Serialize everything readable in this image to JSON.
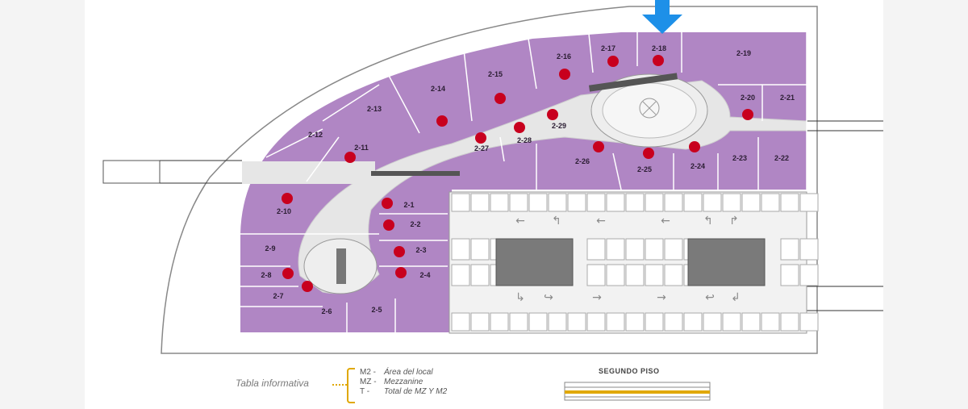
{
  "units": [
    {
      "id": "2-1",
      "label": "2-1"
    },
    {
      "id": "2-2",
      "label": "2-2"
    },
    {
      "id": "2-3",
      "label": "2-3"
    },
    {
      "id": "2-4",
      "label": "2-4"
    },
    {
      "id": "2-5",
      "label": "2-5"
    },
    {
      "id": "2-6",
      "label": "2-6"
    },
    {
      "id": "2-7",
      "label": "2-7"
    },
    {
      "id": "2-8",
      "label": "2-8"
    },
    {
      "id": "2-9",
      "label": "2-9"
    },
    {
      "id": "2-10",
      "label": "2-10"
    },
    {
      "id": "2-11",
      "label": "2-11"
    },
    {
      "id": "2-12",
      "label": "2-12"
    },
    {
      "id": "2-13",
      "label": "2-13"
    },
    {
      "id": "2-14",
      "label": "2-14"
    },
    {
      "id": "2-15",
      "label": "2-15"
    },
    {
      "id": "2-16",
      "label": "2-16"
    },
    {
      "id": "2-17",
      "label": "2-17"
    },
    {
      "id": "2-18",
      "label": "2-18"
    },
    {
      "id": "2-19",
      "label": "2-19"
    },
    {
      "id": "2-20",
      "label": "2-20"
    },
    {
      "id": "2-21",
      "label": "2-21"
    },
    {
      "id": "2-22",
      "label": "2-22"
    },
    {
      "id": "2-23",
      "label": "2-23"
    },
    {
      "id": "2-24",
      "label": "2-24"
    },
    {
      "id": "2-25",
      "label": "2-25"
    },
    {
      "id": "2-26",
      "label": "2-26"
    },
    {
      "id": "2-27",
      "label": "2-27"
    },
    {
      "id": "2-28",
      "label": "2-28"
    },
    {
      "id": "2-29",
      "label": "2-29"
    }
  ],
  "legend": {
    "title": "Tabla informativa",
    "items": [
      {
        "key": "M2 -",
        "value": "Área del local"
      },
      {
        "key": "MZ -",
        "value": "Mezzanine"
      },
      {
        "key": "T -",
        "value": "Total de  MZ Y M2"
      }
    ]
  },
  "floor_title": "SEGUNDO PISO",
  "colors": {
    "unit_fill": "#b086c4",
    "unit_stroke": "#ffffff",
    "corridor": "#e6e6e6",
    "parking": "#f2f2f2",
    "marker": "#c8001e",
    "entry_arrow": "#1e90e8",
    "legend_accent": "#e0a800"
  },
  "icons": [
    "entrance-arrow-icon",
    "escalator-icon",
    "parking-arrow-icon"
  ]
}
